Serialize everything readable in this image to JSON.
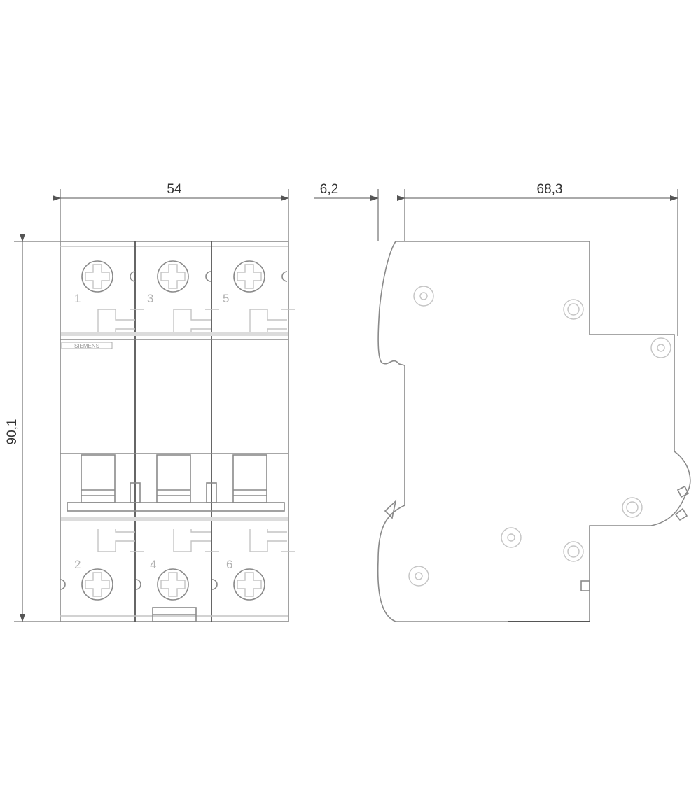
{
  "dimensions": {
    "width_front": "54",
    "din_rail_offset": "6,2",
    "depth": "68,3",
    "height": "90,1"
  },
  "terminals": {
    "top": [
      "1",
      "3",
      "5"
    ],
    "bottom": [
      "2",
      "4",
      "6"
    ]
  },
  "logo_text": "SIEMENS",
  "colors": {
    "outline": "#8a8a8a",
    "dimension": "#555555"
  }
}
